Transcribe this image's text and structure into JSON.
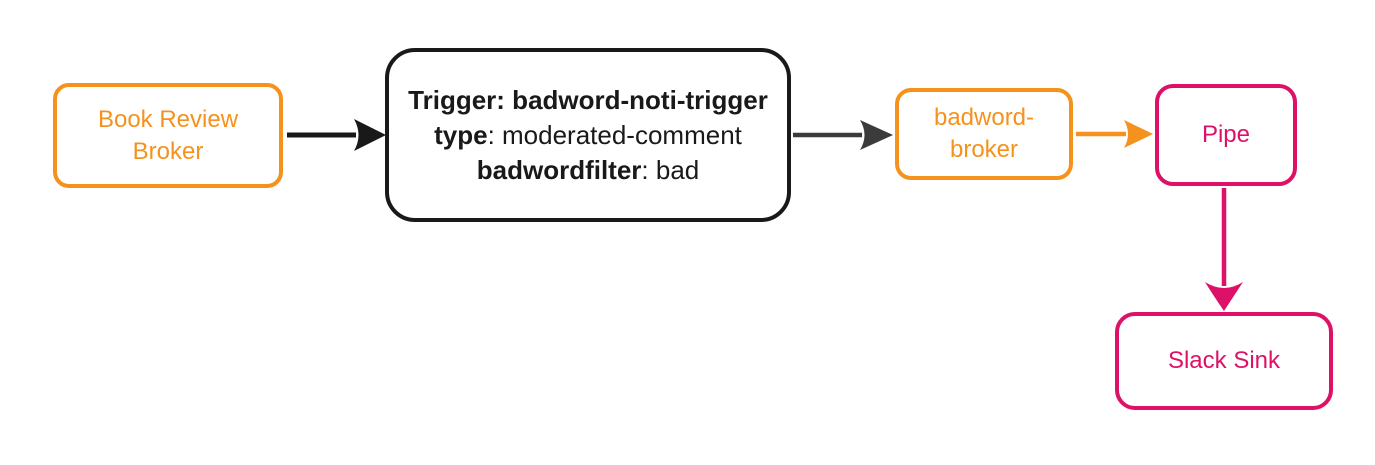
{
  "colors": {
    "orange": "#F5921D",
    "pink": "#DD1167",
    "ink": "#191919",
    "gray": "#3B3B3B"
  },
  "nodes": {
    "book_review_broker": {
      "label": "Book Review\nBroker"
    },
    "trigger": {
      "line1": "Trigger: badword-noti-trigger",
      "line2_key": "type",
      "line2_value": ": moderated-comment",
      "line3_key": "badwordfilter",
      "line3_value": ": bad"
    },
    "badword_broker": {
      "label": "badword-\nbroker"
    },
    "pipe": {
      "label": "Pipe"
    },
    "slack_sink": {
      "label": "Slack Sink"
    }
  }
}
